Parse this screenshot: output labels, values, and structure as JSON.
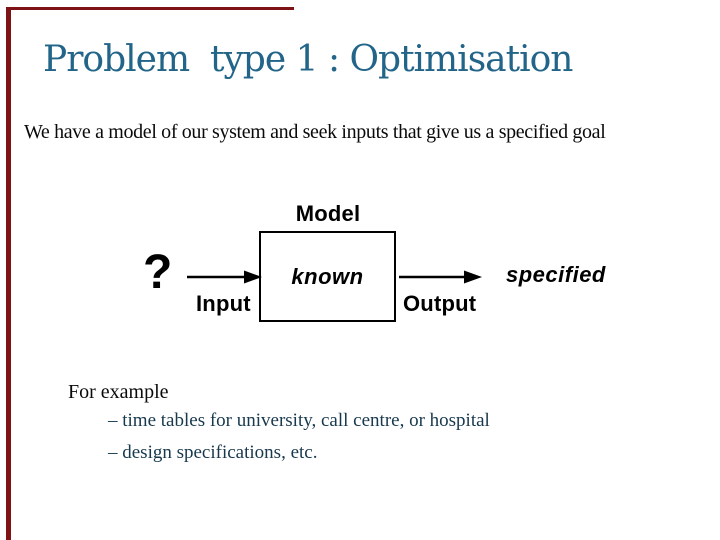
{
  "slide": {
    "title": "Problem  type 1 : Optimisation",
    "subtitle": "We have a model of our system and seek inputs that give us a specified goal",
    "diagram": {
      "model_label": "Model",
      "box_text": "known",
      "question_mark": "?",
      "input_label": "Input",
      "output_label": "Output",
      "specified_label": "specified"
    },
    "examples": {
      "heading": "For example",
      "items": [
        "– time tables for university, call centre, or hospital",
        "– design specifications, etc."
      ]
    },
    "colors": {
      "title_text": "#226589",
      "accent_border": "#7e1315",
      "bullet_text": "#17384d",
      "diagram_ink": "#000000"
    }
  }
}
